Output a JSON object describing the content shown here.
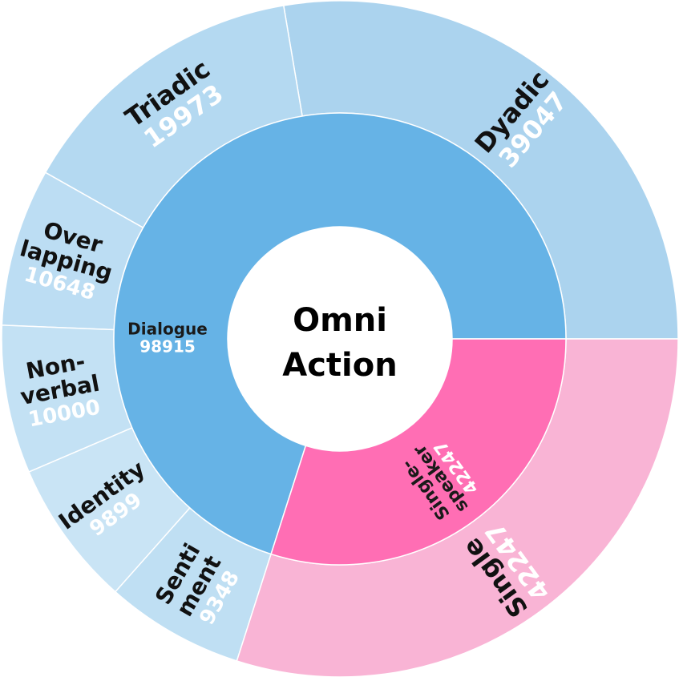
{
  "chart_data": {
    "type": "sunburst",
    "center_label": [
      "Omni",
      "Action"
    ],
    "inner_ring": [
      {
        "name": "Dialogue",
        "value": 98915,
        "color": "#66b3e6"
      },
      {
        "name": "Single-speaker",
        "lines": [
          "Single-",
          "speaker"
        ],
        "value": 42247,
        "color": "#ff6eb4"
      }
    ],
    "outer_ring": [
      {
        "parent": "Dialogue",
        "name": "Dyadic",
        "lines": [
          "Dyadic"
        ],
        "value": 39047,
        "color": "#abd3ee"
      },
      {
        "parent": "Dialogue",
        "name": "Triadic",
        "lines": [
          "Triadic"
        ],
        "value": 19973,
        "color": "#b4d9f1"
      },
      {
        "parent": "Dialogue",
        "name": "Overlapping",
        "lines": [
          "Over",
          "lapping"
        ],
        "value": 10648,
        "color": "#bcddf3"
      },
      {
        "parent": "Dialogue",
        "name": "Non-verbal",
        "lines": [
          "Non-",
          "verbal"
        ],
        "value": 10000,
        "color": "#c3e1f4"
      },
      {
        "parent": "Dialogue",
        "name": "Identity",
        "lines": [
          "Identity"
        ],
        "value": 9899,
        "color": "#c9e4f5"
      },
      {
        "parent": "Dialogue",
        "name": "Sentiment",
        "lines": [
          "Senti",
          "ment"
        ],
        "value": 9348,
        "color": "#bfdff3"
      },
      {
        "parent": "Single-speaker",
        "name": "Single",
        "lines": [
          "Single"
        ],
        "value": 42247,
        "color": "#f9b4d5"
      }
    ]
  }
}
